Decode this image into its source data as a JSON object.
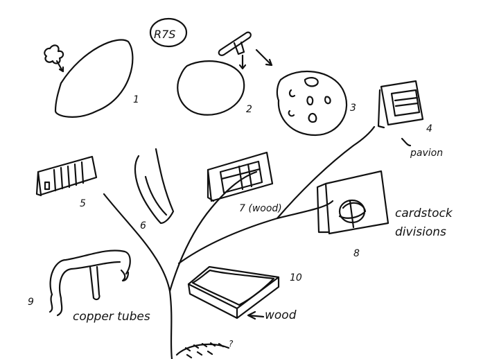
{
  "labels": {
    "badge": "R7S",
    "n1": "1",
    "n2": "2",
    "n3": "3",
    "n4": "4",
    "pavion": "pavion",
    "n5": "5",
    "n6": "6",
    "n7": "7 (wood)",
    "n8": "8",
    "cardstock1": "cardstock",
    "cardstock2": "divisions",
    "n9": "9",
    "copper": "copper tubes",
    "n10": "10",
    "wood": "wood",
    "q": "?"
  },
  "colors": {
    "ink": "#111111",
    "paper": "#ffffff"
  }
}
